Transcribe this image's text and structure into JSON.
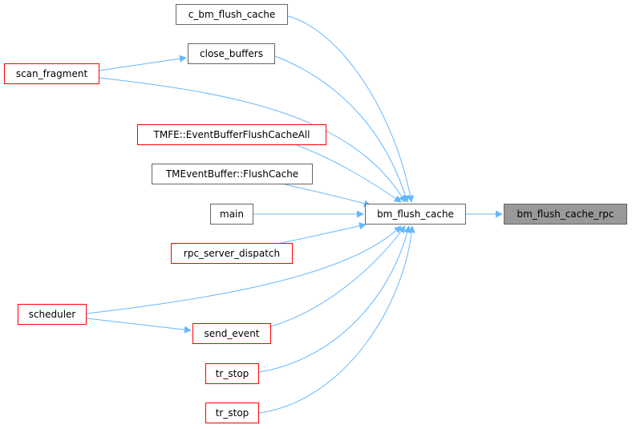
{
  "diagram": {
    "edge_color": "#63b8ff",
    "node_border": "#666666",
    "truncated_border": "#ff0000",
    "focus_fill": "#999999",
    "nodes": {
      "c_bm_flush_cache": {
        "label": "c_bm_flush_cache",
        "truncated": false
      },
      "close_buffers": {
        "label": "close_buffers",
        "truncated": false
      },
      "scan_fragment": {
        "label": "scan_fragment",
        "truncated": true
      },
      "tmfe_flushall": {
        "label": "TMFE::EventBufferFlushCacheAll",
        "truncated": true
      },
      "tmeventbuffer_flushcache": {
        "label": "TMEventBuffer::FlushCache",
        "truncated": false
      },
      "main": {
        "label": "main",
        "truncated": false
      },
      "bm_flush_cache": {
        "label": "bm_flush_cache",
        "truncated": false
      },
      "bm_flush_cache_rpc": {
        "label": "bm_flush_cache_rpc",
        "truncated": false,
        "focus": true
      },
      "rpc_server_dispatch": {
        "label": "rpc_server_dispatch",
        "truncated": true
      },
      "scheduler": {
        "label": "scheduler",
        "truncated": true
      },
      "send_event": {
        "label": "send_event",
        "truncated": true
      },
      "tr_stop_1": {
        "label": "tr_stop",
        "truncated": true
      },
      "tr_stop_2": {
        "label": "tr_stop",
        "truncated": true
      }
    },
    "edges": [
      {
        "from": "bm_flush_cache",
        "to": "bm_flush_cache_rpc"
      },
      {
        "from": "c_bm_flush_cache",
        "to": "bm_flush_cache"
      },
      {
        "from": "close_buffers",
        "to": "bm_flush_cache"
      },
      {
        "from": "scan_fragment",
        "to": "close_buffers"
      },
      {
        "from": "scan_fragment",
        "to": "bm_flush_cache"
      },
      {
        "from": "tmfe_flushall",
        "to": "bm_flush_cache"
      },
      {
        "from": "tmeventbuffer_flushcache",
        "to": "bm_flush_cache"
      },
      {
        "from": "main",
        "to": "bm_flush_cache"
      },
      {
        "from": "rpc_server_dispatch",
        "to": "bm_flush_cache"
      },
      {
        "from": "scheduler",
        "to": "bm_flush_cache"
      },
      {
        "from": "scheduler",
        "to": "send_event"
      },
      {
        "from": "send_event",
        "to": "bm_flush_cache"
      },
      {
        "from": "tr_stop_1",
        "to": "bm_flush_cache"
      },
      {
        "from": "tr_stop_2",
        "to": "bm_flush_cache"
      }
    ]
  }
}
